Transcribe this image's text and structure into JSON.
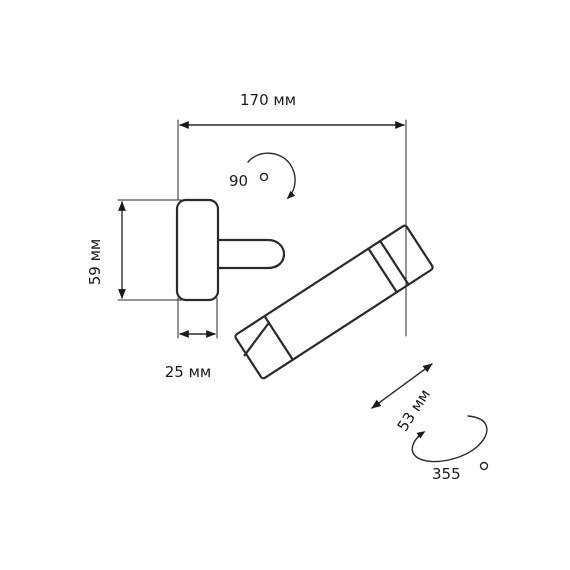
{
  "dimensions": {
    "width": "170 мм",
    "height": "59 мм",
    "base_depth": "25 мм",
    "head_diameter": "53 мм"
  },
  "rotation": {
    "tilt_value": "90",
    "tilt_unit": "°",
    "swivel_value": "355",
    "swivel_unit": "°"
  },
  "icons": {
    "tilt": "tilt-rotation-arrow-icon",
    "swivel": "swivel-rotation-arrow-icon"
  },
  "colors": {
    "line": "#2a2a2a",
    "text": "#1a1a1a",
    "background": "#ffffff"
  }
}
